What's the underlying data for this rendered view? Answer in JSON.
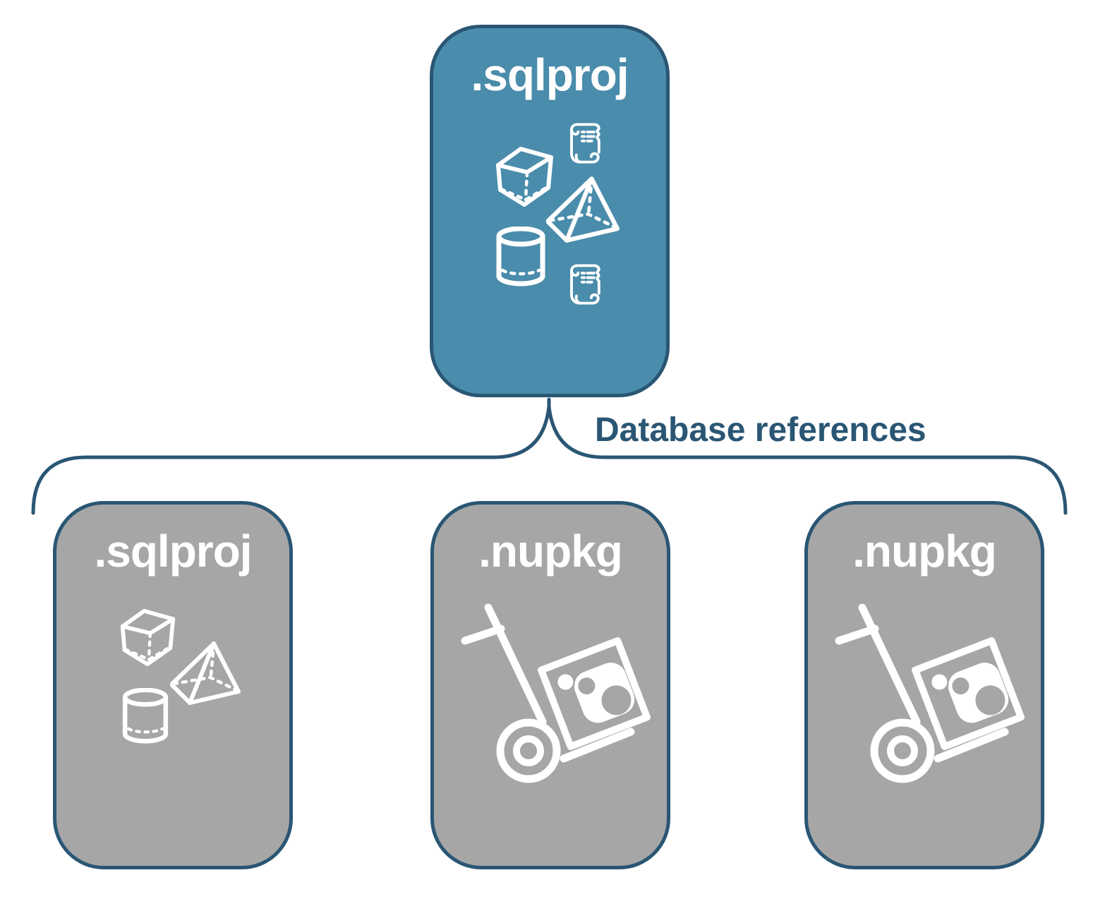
{
  "colors": {
    "accent": "#4a8cab",
    "line": "#2a5674",
    "gray": "#a6a6a6",
    "node-text": "#ffffff",
    "bg": "#ffffff"
  },
  "connector": {
    "label": "Database references"
  },
  "nodes": {
    "main": {
      "label": ".sqlproj",
      "icons": [
        "script-scroll-icon",
        "cube-icon",
        "pyramid-icon",
        "cylinder-icon",
        "script-scroll-icon"
      ]
    },
    "children": [
      {
        "label": ".sqlproj",
        "icons": [
          "cube-icon",
          "pyramid-icon",
          "cylinder-icon"
        ]
      },
      {
        "label": ".nupkg",
        "icons": [
          "nuget-package-handtruck-icon"
        ]
      },
      {
        "label": ".nupkg",
        "icons": [
          "nuget-package-handtruck-icon"
        ]
      }
    ]
  }
}
